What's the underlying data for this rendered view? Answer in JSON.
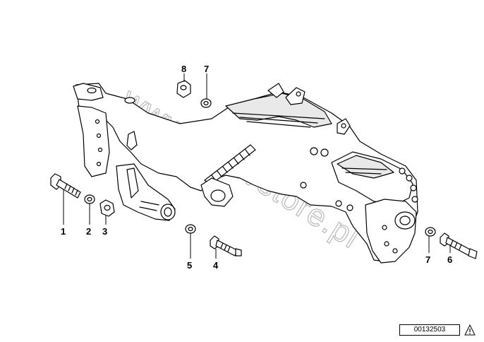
{
  "watermark": "www.BMWstore.pl",
  "diagram_code": "00132503",
  "callouts": {
    "c1": "1",
    "c2": "2",
    "c3": "3",
    "c4": "4",
    "c5": "5",
    "c6": "6",
    "c7a": "7",
    "c7b": "7",
    "c8": "8"
  },
  "icons": {
    "warning": "warning-triangle-icon"
  }
}
